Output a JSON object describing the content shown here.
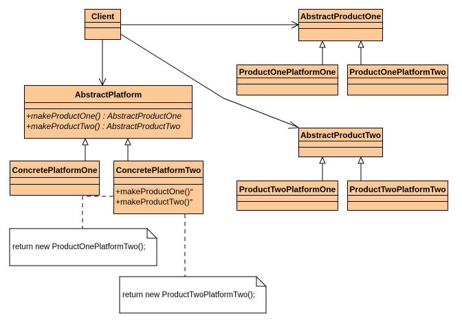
{
  "classes": {
    "client": {
      "name": "Client"
    },
    "abstract_platform": {
      "name": "AbstractPlatform",
      "ops": [
        "+makeProductOne() : AbstractProductOne",
        "+makeProductTwo() : AbstractProductTwo"
      ]
    },
    "concrete_platform_one": {
      "name": "ConcretePlatformOne"
    },
    "concrete_platform_two": {
      "name": "ConcretePlatformTwo",
      "ops": [
        "+makeProductOne()°",
        "+makeProductTwo()°"
      ]
    },
    "abstract_product_one": {
      "name": "AbstractProductOne"
    },
    "product_one_platform_one": {
      "name": "ProductOnePlatformOne"
    },
    "product_one_platform_two": {
      "name": "ProductOnePlatformTwo"
    },
    "abstract_product_two": {
      "name": "AbstractProductTwo"
    },
    "product_two_platform_one": {
      "name": "ProductTwoPlatformOne"
    },
    "product_two_platform_two": {
      "name": "ProductTwoPlatformTwo"
    }
  },
  "notes": {
    "note_one": "return new ProductOnePlatformTwo();",
    "note_two": "return new ProductTwoPlatformTwo();"
  },
  "colors": {
    "class_fill": "#fdca97",
    "line": "#000000",
    "note_fill": "#ffffff"
  }
}
